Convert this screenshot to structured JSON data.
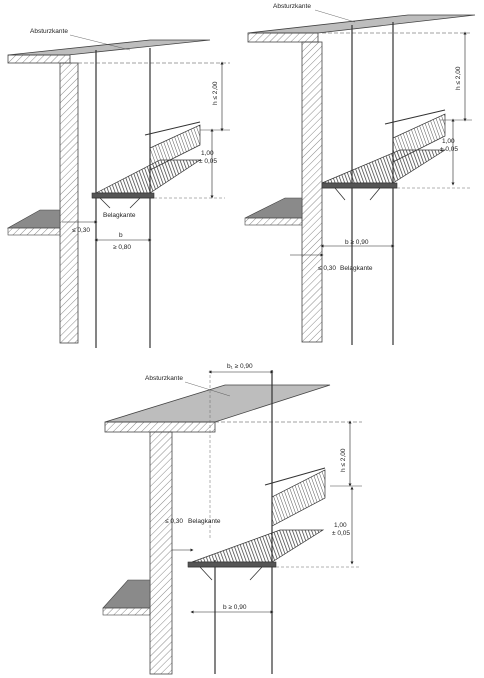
{
  "labels": {
    "edge": "Absturzkante",
    "deck_edge": "Belagkante",
    "deck_edge_spaced": " Belagkante",
    "height": "h ≤ 2,00",
    "rail_top": "1,00",
    "rail_tol": "± 0,05",
    "gap": "≤ 0,30",
    "width_b": "b",
    "width_min": "≥ 0,80",
    "width_b_min": "b ≥ 0,90",
    "width_b1": "b₁ ≥ 0,90"
  },
  "colors": {
    "line": "#333333",
    "wall": "#8a8a8a",
    "deck": "#555555",
    "hatch": "#9a9a9a",
    "slab": "#7a7a7a"
  }
}
